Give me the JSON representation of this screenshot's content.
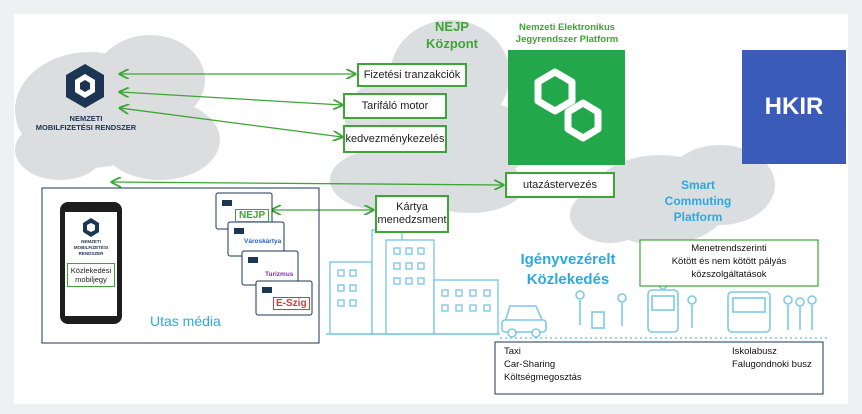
{
  "nejp_kozpont": {
    "line1": "NEJP",
    "line2": "Központ"
  },
  "platform": {
    "line1": "Nemzeti Elektronikus",
    "line2": "Jegyrendszer Platform",
    "accent": "#22a84a"
  },
  "hkir": {
    "label": "HKIR",
    "color": "#3b5bb8"
  },
  "nemzeti": {
    "line1": "NEMZETI",
    "line2": "MOBILFIZETÉSI RENDSZER"
  },
  "boxes": {
    "fizetesi": "Fizetési tranzakciók",
    "tarifalo": "Tarifáló motor",
    "kedvezmeny": "kedvezménykezelés",
    "utazas": "utazástervezés",
    "kartya": "Kártya menedzsment"
  },
  "smart": {
    "line1": "Smart",
    "line2": "Commuting",
    "line3": "Platform"
  },
  "phone": {
    "brand1": "NEMZETI",
    "brand2": "MOBILFIZETÉSI RENDSZER",
    "ticket": "Közlekedési mobiljegy"
  },
  "cards": {
    "nejp": "NEJP",
    "varos": "Városkártya",
    "turizmus": "Turizmus",
    "eszig": "E-Szig"
  },
  "utas_media": "Utas média",
  "igeny": {
    "line1": "Igényvezérelt",
    "line2": "Közlekedés"
  },
  "menetrend": {
    "line1": "Menetrendszerinti",
    "line2": "Kötött  és nem kötött pályás",
    "line3": "közszolgáltatások"
  },
  "bottom_left": [
    "Taxi",
    "Car-Sharing",
    "Költségmegosztás"
  ],
  "bottom_right": [
    "Iskolabusz",
    "Falugondnoki busz"
  ],
  "colors": {
    "green": "#3da535",
    "blue": "#2ea8df",
    "navy": "#1b3553"
  }
}
